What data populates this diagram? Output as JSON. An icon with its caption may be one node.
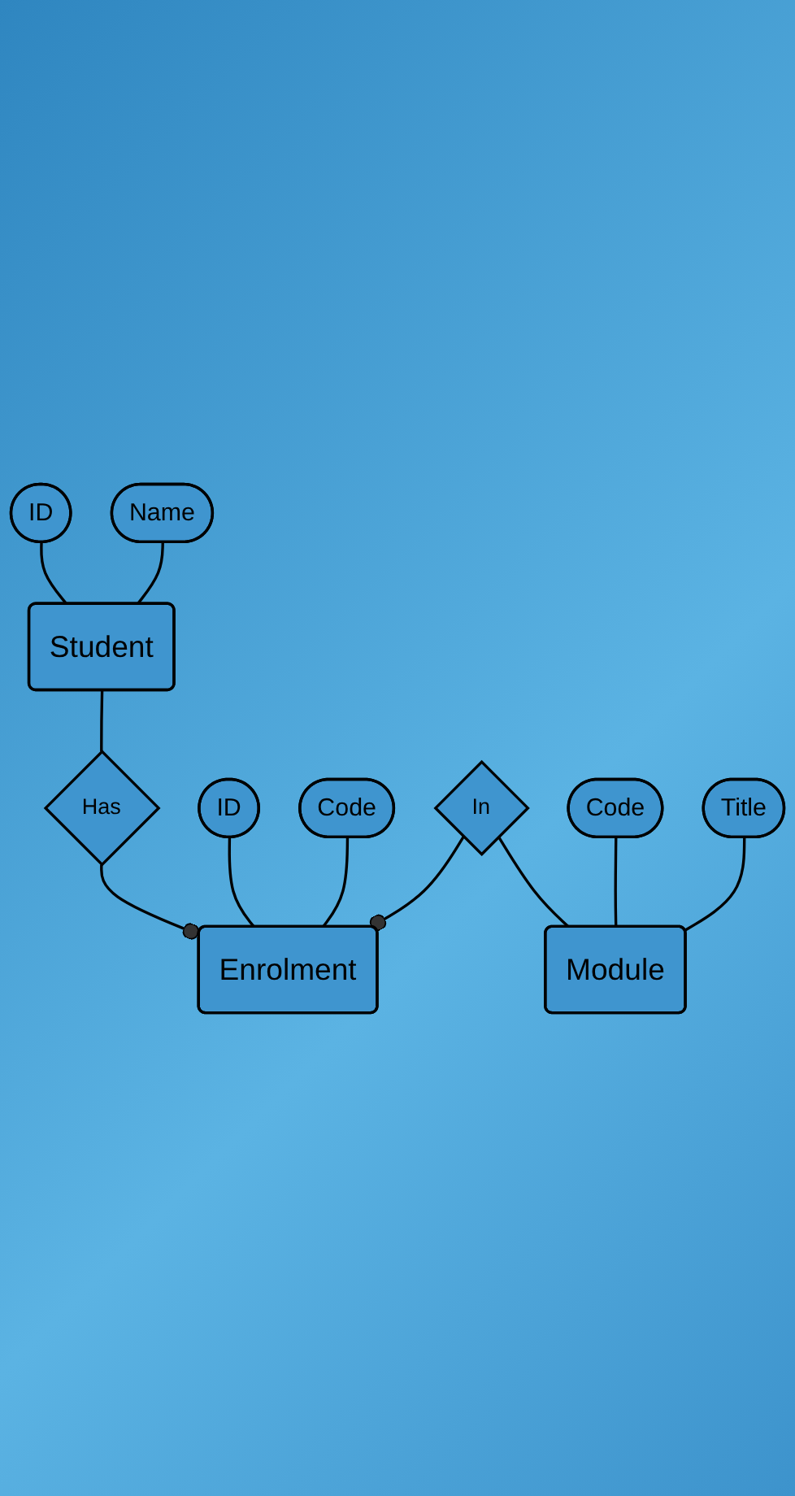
{
  "diagram": {
    "nodes": [
      {
        "text": [
          "ID"
        ]
      },
      {
        "text": [
          "Student"
        ]
      },
      {
        "text": [
          "Name"
        ]
      },
      {
        "text": [
          "Has"
        ]
      },
      {
        "text": [
          "ID"
        ]
      },
      {
        "text": [
          "Enrolment"
        ]
      },
      {
        "text": [
          "Code"
        ]
      },
      {
        "text": [
          "In"
        ]
      },
      {
        "text": [
          "Code"
        ]
      },
      {
        "text": [
          "Module"
        ]
      },
      {
        "text": [
          "Title"
        ]
      }
    ],
    "edges": [
      {
        "from": 0,
        "to": 1,
        "arrow": "none"
      },
      {
        "from": 2,
        "to": 1,
        "arrow": "none"
      },
      {
        "from": 1,
        "to": 3,
        "arrow": "none"
      },
      {
        "from": 3,
        "to": 5,
        "arrow": "other"
      },
      {
        "from": 4,
        "to": 5,
        "arrow": "none"
      },
      {
        "from": 6,
        "to": 5,
        "arrow": "none"
      },
      {
        "from": 7,
        "to": 5,
        "arrow": "other"
      },
      {
        "from": 7,
        "to": 9,
        "arrow": "none"
      },
      {
        "from": 8,
        "to": 9,
        "arrow": "none"
      },
      {
        "from": 10,
        "to": 9,
        "arrow": "none"
      }
    ]
  }
}
